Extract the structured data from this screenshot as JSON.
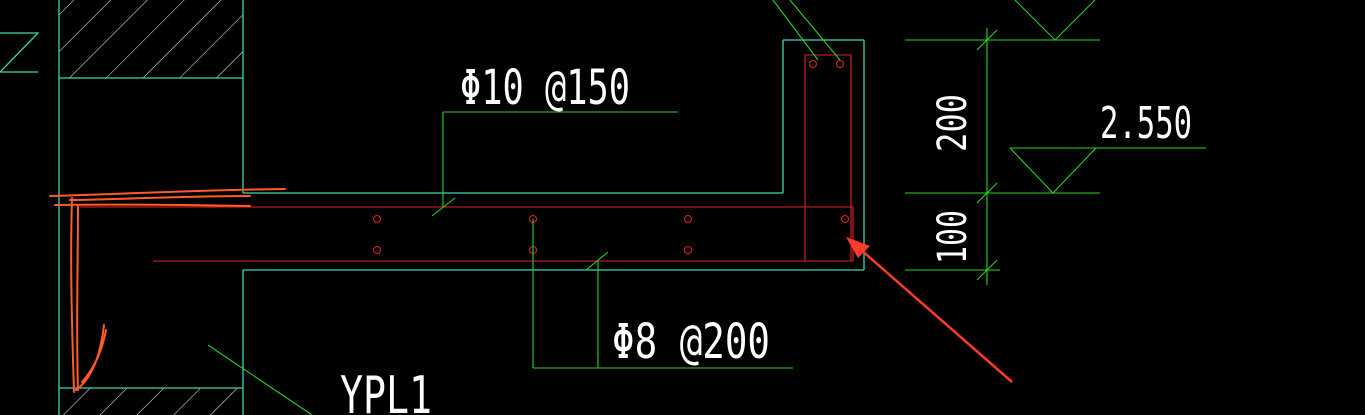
{
  "labels": {
    "top_rebar": "Φ10 @150",
    "bottom_rebar": "Φ8 @200",
    "beam_name": "YPL1",
    "elevation": "2.550",
    "dim_upper": "200",
    "dim_lower": "100"
  },
  "colors": {
    "background": "#000000",
    "outline": "#3dd6b0",
    "leader": "#26d626",
    "rebar": "#e02020",
    "annotation": "#ff5a2a",
    "text": "#ffffff"
  }
}
